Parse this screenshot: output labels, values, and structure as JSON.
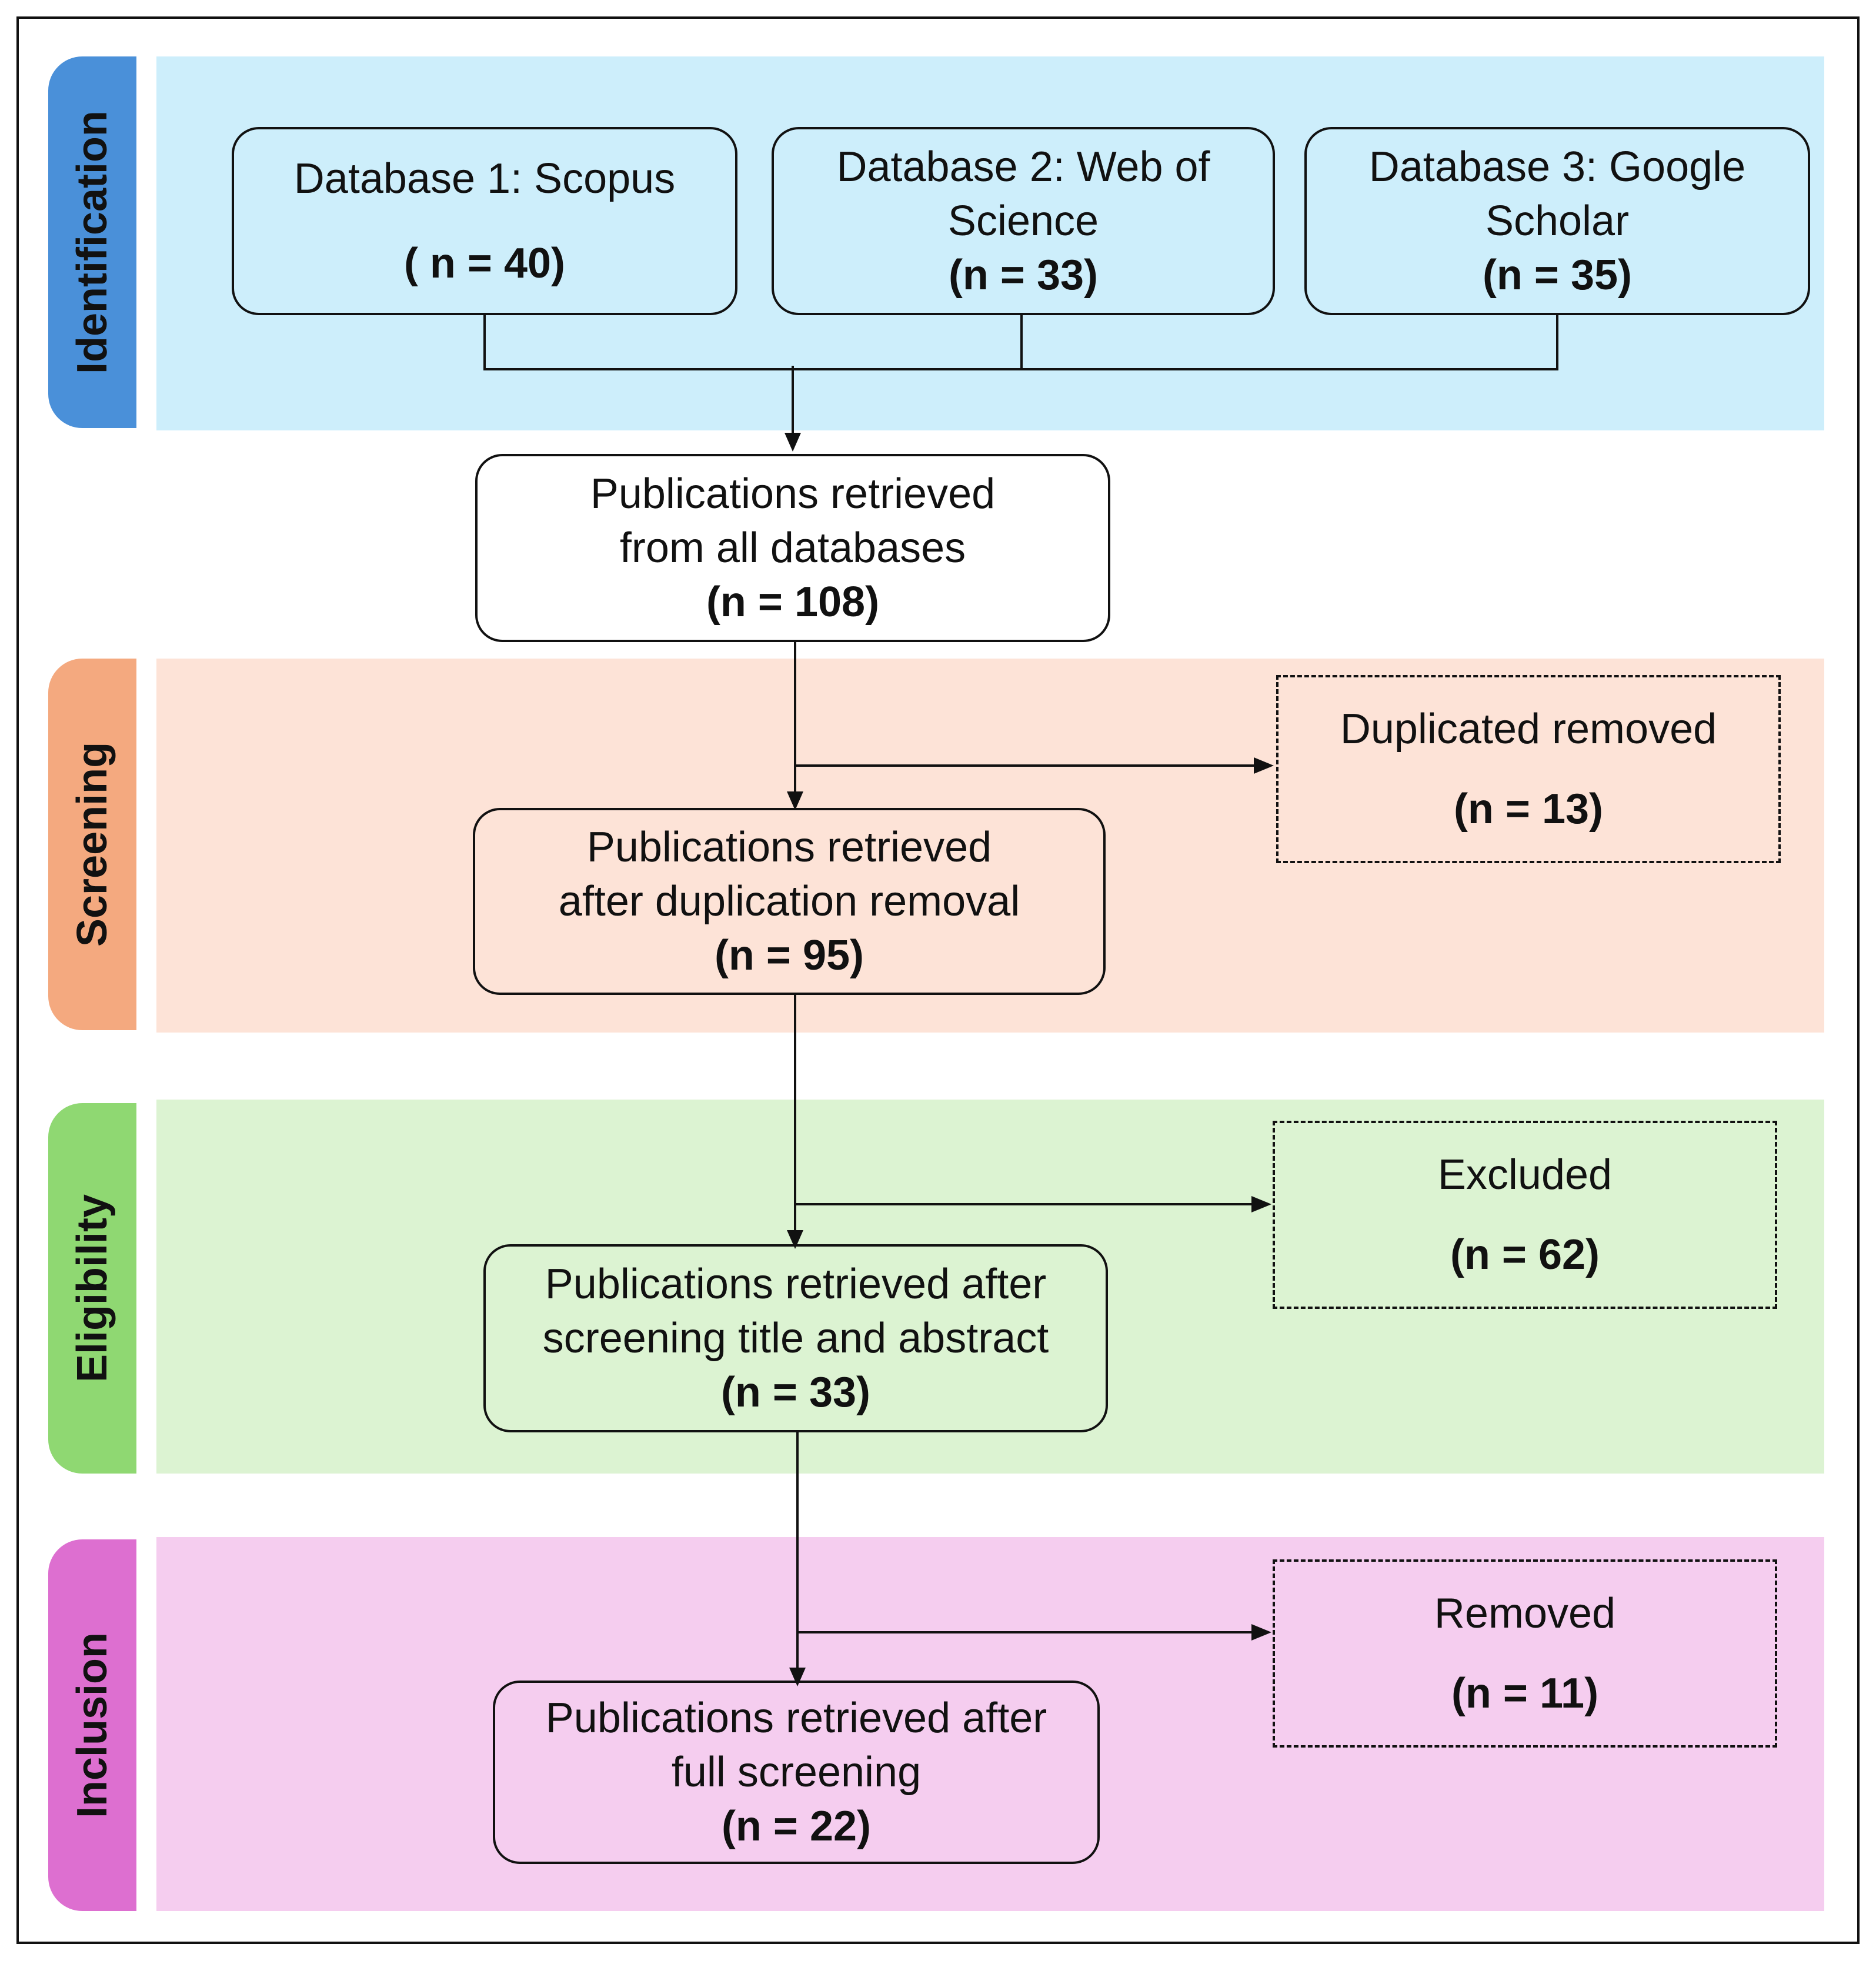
{
  "stages": {
    "identification": {
      "label": "Identification",
      "tab_color": "#4a90d9",
      "band_color": "#cdeefb"
    },
    "screening": {
      "label": "Screening",
      "tab_color": "#f4a97f",
      "band_color": "#fde3d7"
    },
    "eligibility": {
      "label": "Eligibility",
      "tab_color": "#8fd872",
      "band_color": "#dcf3d2"
    },
    "inclusion": {
      "label": "Inclusion",
      "tab_color": "#dd6fd0",
      "band_color": "#f5cdef"
    }
  },
  "sources": [
    {
      "name_line1": "Database 1: Scopus",
      "name_line2": "",
      "count": "( n = 40)"
    },
    {
      "name_line1": "Database 2: Web of",
      "name_line2": "Science",
      "count": "(n = 33)"
    },
    {
      "name_line1": "Database 3: Google",
      "name_line2": "Scholar",
      "count": "(n = 35)"
    }
  ],
  "flow": {
    "retrieved_all": {
      "line1": "Publications retrieved",
      "line2": "from all databases",
      "count": "(n = 108)"
    },
    "after_duplication": {
      "line1": "Publications retrieved",
      "line2": "after duplication removal",
      "count": "(n = 95)"
    },
    "after_title_abstract": {
      "line1": "Publications retrieved after",
      "line2": "screening title and abstract",
      "count": "(n = 33)"
    },
    "after_full": {
      "line1": "Publications retrieved after",
      "line2": "full screening",
      "count": "(n = 22)"
    }
  },
  "removed": {
    "duplicates": {
      "label": "Duplicated removed",
      "count": "(n = 13)"
    },
    "excluded": {
      "label": "Excluded",
      "count": "(n = 62)"
    },
    "removed": {
      "label": "Removed",
      "count": "(n = 11)"
    }
  }
}
